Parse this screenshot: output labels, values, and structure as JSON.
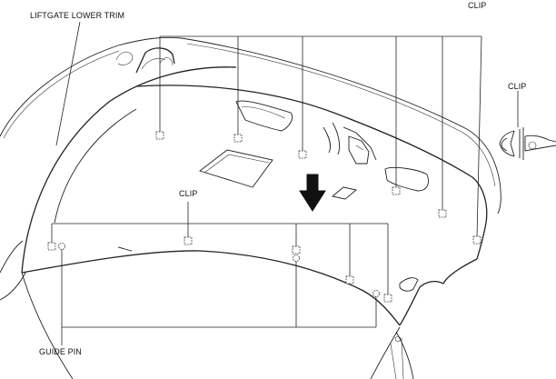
{
  "labels": {
    "liftgate_lower_trim": "LIFTGATE LOWER TRIM",
    "clip_top_right": "CLIP",
    "clip_detail": "CLIP",
    "clip_lower": "CLIP",
    "guide_pin": "GUIDE PIN"
  },
  "icons": {
    "removal_direction": "down-arrow-icon",
    "clip_detail": "push-clip-icon"
  }
}
